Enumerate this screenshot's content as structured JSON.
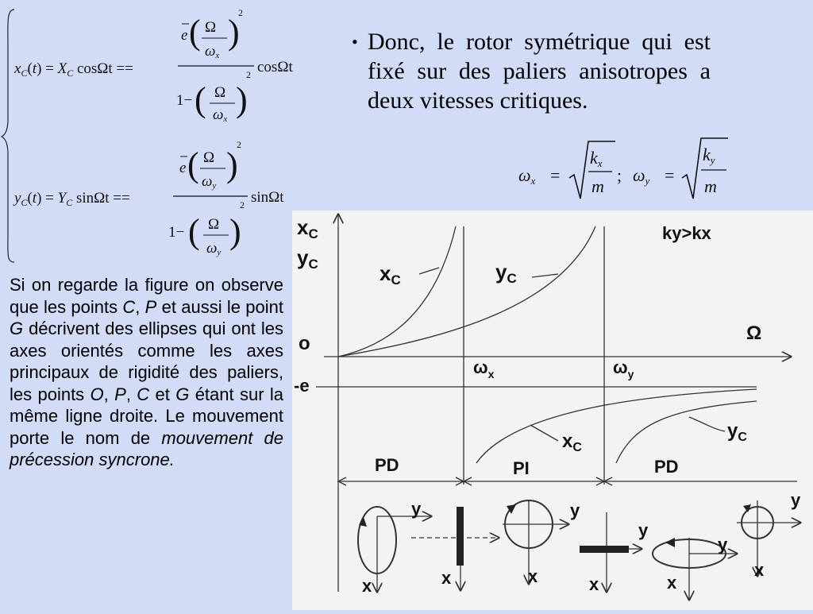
{
  "bullet_text": "Donc, le rotor symétrique qui est fixé sur des paliers anisotropes a deux vitesses critiques.",
  "bullet_glyph": "•",
  "paragraph": [
    {
      "t": "Si on regarde la figure on observe que les points ",
      "i": false
    },
    {
      "t": "C",
      "i": true
    },
    {
      "t": ", ",
      "i": false
    },
    {
      "t": "P",
      "i": true
    },
    {
      "t": " et aussi le point ",
      "i": false
    },
    {
      "t": "G",
      "i": true
    },
    {
      "t": " décrivent des ellipses qui ont les axes orientés comme les axes principaux de rigidité des paliers, les points ",
      "i": false
    },
    {
      "t": "O",
      "i": true
    },
    {
      "t": ", ",
      "i": false
    },
    {
      "t": "P",
      "i": true
    },
    {
      "t": ", ",
      "i": false
    },
    {
      "t": "C",
      "i": true
    },
    {
      "t": " et ",
      "i": false
    },
    {
      "t": "G",
      "i": true
    },
    {
      "t": " étant sur la même ligne droite. Le mouvement porte le nom de ",
      "i": false
    },
    {
      "t": "mouvement de précession syncrone.",
      "i": true
    }
  ],
  "equations": {
    "x_lhs": "x",
    "x_sub": "C",
    "x_rhs_amp": "X",
    "x_trig": "cosΩt",
    "y_lhs": "y",
    "y_sub": "C",
    "y_rhs_amp": "Y",
    "y_trig": "sinΩt",
    "t": "t",
    "eq": "=",
    "eqeq": "==",
    "one_minus": "1−",
    "e_bar": "e",
    "omega_cap": "Ω",
    "omega_x": "ω",
    "sub_x": "x",
    "sub_y": "y",
    "square": "2"
  },
  "omega_formula": {
    "omega": "ω",
    "sub_x": "x",
    "sub_y": "y",
    "eq": "=",
    "k": "k",
    "m": "m",
    "sep": ";"
  },
  "figure": {
    "y_axis_label_1": "x",
    "y_axis_label_1_sub": "C",
    "y_axis_label_2": "y",
    "y_axis_label_2_sub": "C",
    "origin_label": "o",
    "minus_e_label": "-e",
    "x_axis_label": "Ω",
    "top_right_label": "ky>kx",
    "omega_x_label": "ω",
    "omega_x_sub": "x",
    "omega_y_label": "ω",
    "omega_y_sub": "y",
    "curve_xc_upper": "x",
    "curve_xc_upper_sub": "C",
    "curve_yc_upper": "y",
    "curve_yc_upper_sub": "C",
    "curve_xc_lower": "x",
    "curve_xc_lower_sub": "C",
    "curve_yc_lower": "y",
    "curve_yc_lower_sub": "C",
    "region_1": "PD",
    "region_2": "PI",
    "region_3": "PD",
    "orbit_axis_x": "x",
    "orbit_axis_y": "y"
  }
}
